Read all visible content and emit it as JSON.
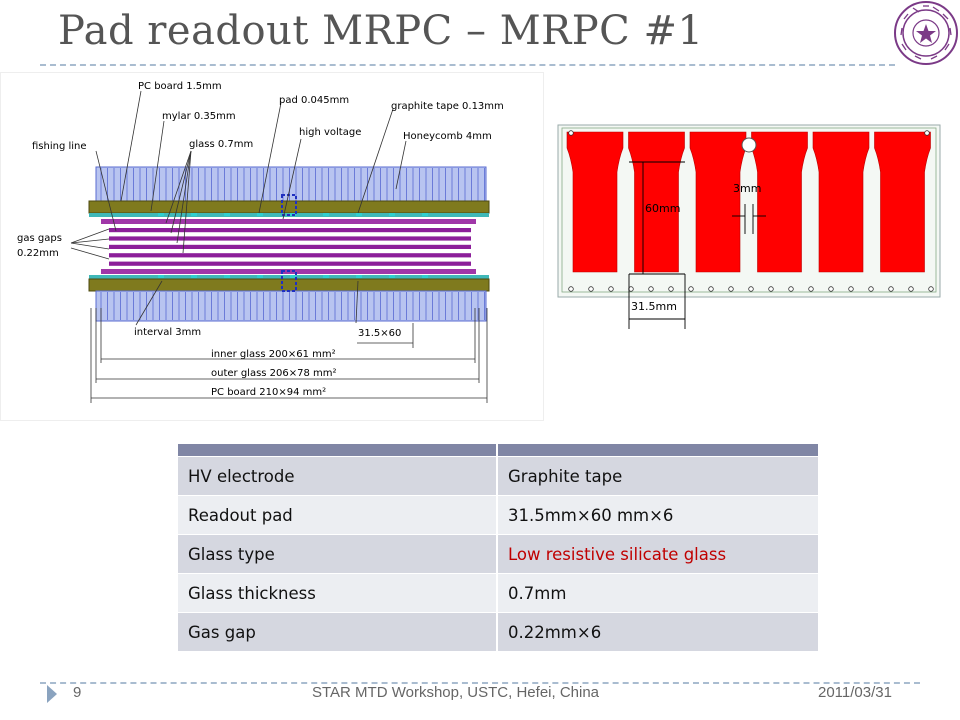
{
  "slide": {
    "title": "Pad readout MRPC – MRPC #1"
  },
  "diagram": {
    "labels": {
      "pc_board": "PC board 1.5mm",
      "mylar": "mylar 0.35mm",
      "pad": "pad 0.045mm",
      "graphite_tape": "graphite  tape 0.13mm",
      "fishing_line": "fishing line",
      "glass": "glass 0.7mm",
      "high_voltage": "high voltage",
      "honeycomb": "Honeycomb 4mm",
      "gas_gaps_1": "gas gaps",
      "gas_gaps_2": "0.22mm",
      "interval": "interval 3mm",
      "pad_size": "31.5×60",
      "inner_glass": "inner glass 200×61 mm²",
      "outer_glass": "outer glass 206×78 mm²",
      "pc_board_size": "PC board 210×94 mm²"
    }
  },
  "pad_figure": {
    "pad_height": "60mm",
    "pad_gap": "3mm",
    "pad_width": "31.5mm",
    "pad_color": "#ff0000"
  },
  "table": {
    "rows": [
      {
        "param": "HV electrode",
        "value": "Graphite tape"
      },
      {
        "param": "Readout pad",
        "value": "31.5mm×60 mm×6"
      },
      {
        "param": "Glass type",
        "value": "Low resistive silicate glass"
      },
      {
        "param": "Glass thickness",
        "value": "0.7mm"
      },
      {
        "param": "Gas gap",
        "value": "0.22mm×6"
      }
    ]
  },
  "footer": {
    "page": "9",
    "event": "STAR MTD Workshop, USTC, Hefei, China",
    "date": "2011/03/31"
  }
}
